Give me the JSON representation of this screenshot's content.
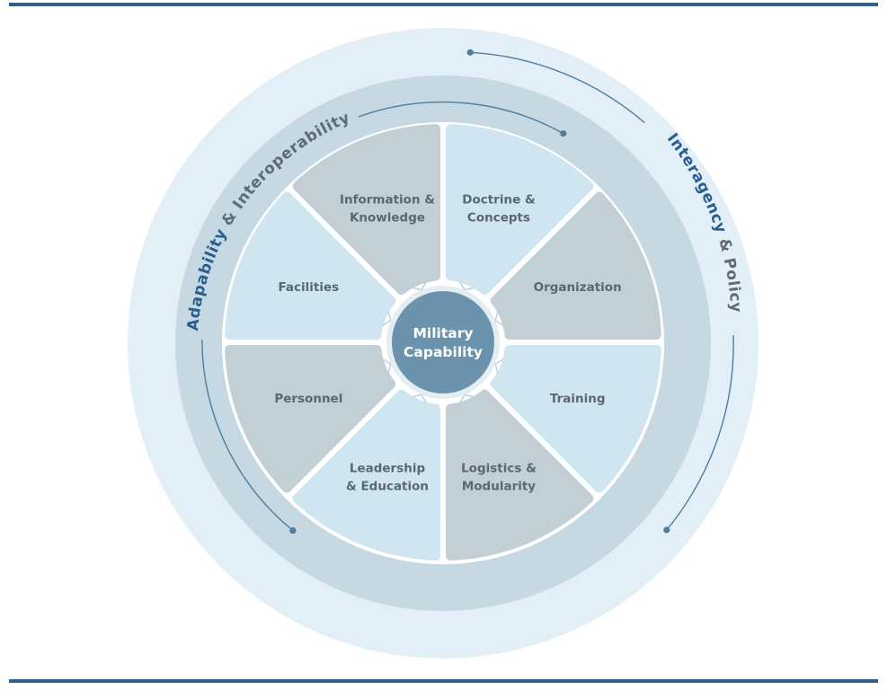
{
  "center": {
    "line1": "Military",
    "line2": "Capability"
  },
  "segments": [
    {
      "name": "doctrine-concepts",
      "lines": [
        "Doctrine &",
        "Concepts"
      ],
      "tone": "light"
    },
    {
      "name": "organization",
      "lines": [
        "Organization"
      ],
      "tone": "grey"
    },
    {
      "name": "training",
      "lines": [
        "Training"
      ],
      "tone": "light"
    },
    {
      "name": "logistics-modularity",
      "lines": [
        "Logistics &",
        "Modularity"
      ],
      "tone": "grey"
    },
    {
      "name": "leadership-education",
      "lines": [
        "Leadership",
        "& Education"
      ],
      "tone": "light"
    },
    {
      "name": "personnel",
      "lines": [
        "Personnel"
      ],
      "tone": "grey"
    },
    {
      "name": "facilities",
      "lines": [
        "Facilities"
      ],
      "tone": "light"
    },
    {
      "name": "information-knowledge",
      "lines": [
        "Information &",
        "Knowledge"
      ],
      "tone": "grey"
    }
  ],
  "ring_labels": {
    "left_part1": "Adapability",
    "left_amp": " & ",
    "left_part2": "Interoperability",
    "right_part1": "Interagency",
    "right_amp": " & ",
    "right_part2": "Policy"
  },
  "colors": {
    "rule": "#2f5f8c",
    "outer_ring": "#e3eff6",
    "middle_ring": "#c6d8e1",
    "inner_disc": "#ffffff",
    "segment_light": "#cfe6f1",
    "segment_grey": "#c2d0d5",
    "segment_text": "#5b6770",
    "center_fill": "#6b93ad",
    "center_halo": "#e3edf2",
    "ring_text_blue": "#2a5e90",
    "ring_text_grey": "#5f6b73",
    "arc_line": "#4e7da0",
    "chevron": "#bcd3de"
  }
}
